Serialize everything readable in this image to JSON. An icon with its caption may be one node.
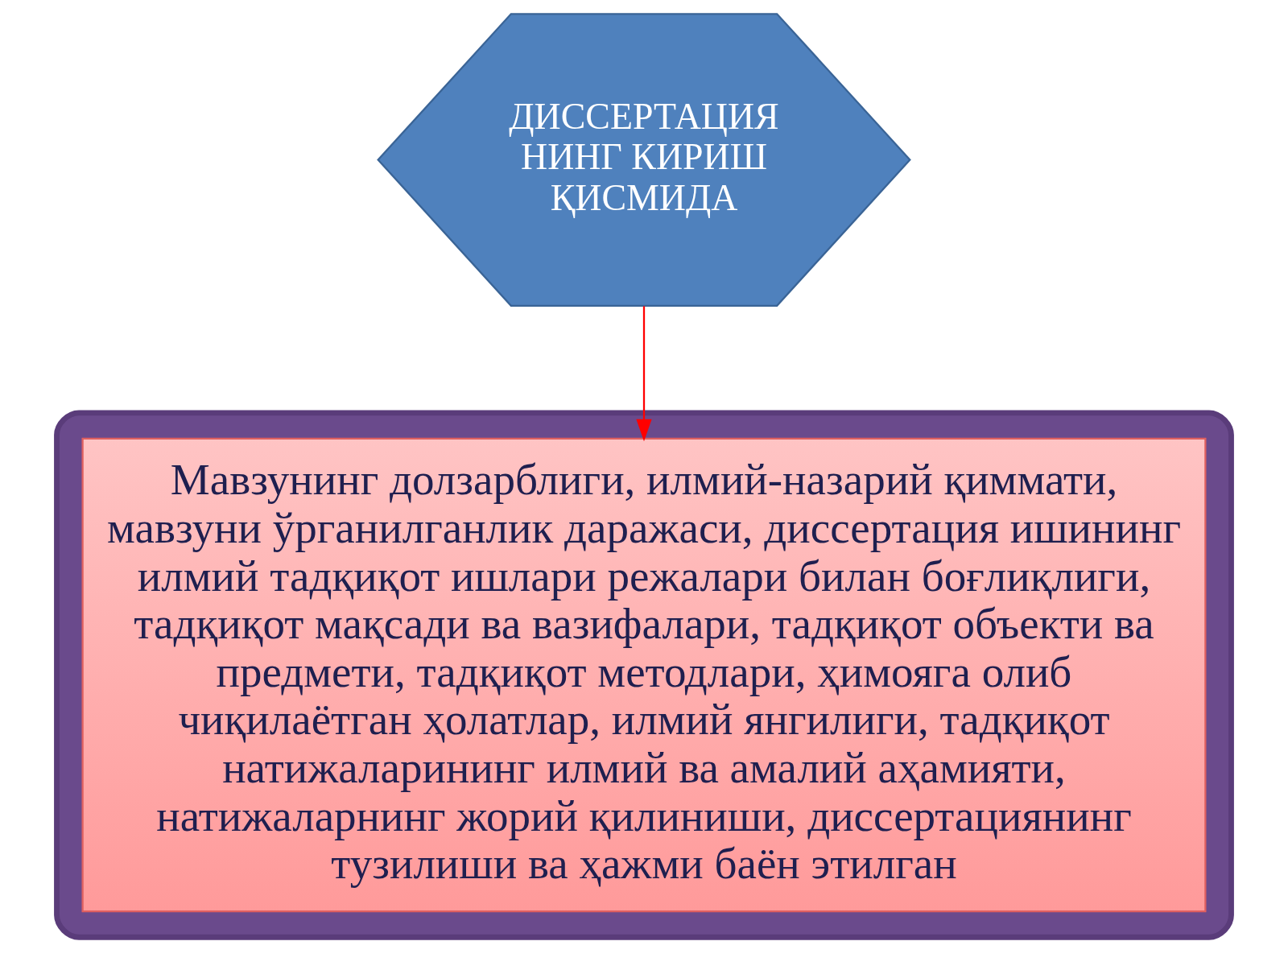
{
  "diagram": {
    "nodes": [
      {
        "text": [
          "ДИССЕРТАЦИЯ НИНГ КИРИШ ҚИСМИДА"
        ]
      },
      {
        "text": [],
        "shape": "box"
      },
      {
        "text": [
          "Мавзунинг долзарблиги, илмий-назарий қиммати, мавзуни ўрганилганлик даражаси, диссертация ишининг илмий тадқиқот ишлари режалари билан боғлиқлиги, тадқиқот мақсади ва вазифалари, тадқиқот объекти ва предмети, тадқиқот методлари, ҳимояга олиб чиқилаётган ҳолатлар, илмий янгилиги, тадқиқот натижаларининг илмий ва амалий аҳамияти, натижаларнинг жорий қилиниши, диссертациянинг тузилиши ва ҳажми баён этилган"
        ],
        "in": 1
      }
    ],
    "edges": [
      {
        "from": 0,
        "to": 2,
        "arrow": "to",
        "color": "#ff0000"
      }
    ]
  }
}
